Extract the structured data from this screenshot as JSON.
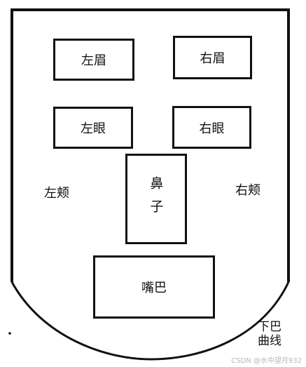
{
  "features": {
    "left_brow": "左眉",
    "right_brow": "右眉",
    "left_eye": "左眼",
    "right_eye": "右眼",
    "nose": "鼻子",
    "left_cheek": "左颊",
    "right_cheek": "右颊",
    "mouth": "嘴巴",
    "chin_line_1": "下巴",
    "chin_line_2": "曲线"
  },
  "watermark": "CSDN @水中望月932",
  "colors": {
    "stroke": "#111111",
    "background": "#ffffff",
    "watermark": "#b8b8b8"
  }
}
